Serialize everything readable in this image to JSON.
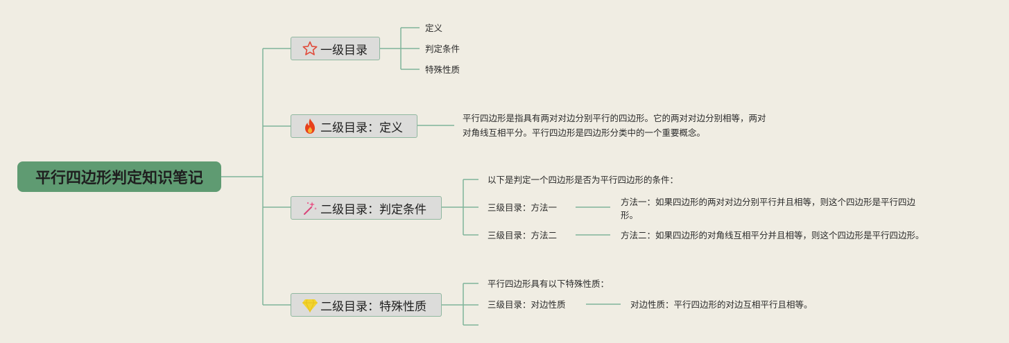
{
  "root": {
    "title": "平行四边形判定知识笔记"
  },
  "node1": {
    "label": "一级目录",
    "icon": "star-icon",
    "children": [
      "定义",
      "判定条件",
      "特殊性质"
    ]
  },
  "node2": {
    "label": "二级目录：定义",
    "icon": "fire-icon",
    "desc_line1": "平行四边形是指具有两对对边分别平行的四边形。它的两对对边分别相等，两对",
    "desc_line2": "对角线互相平分。平行四边形是四边形分类中的一个重要概念。"
  },
  "node3": {
    "label": "二级目录：判定条件",
    "icon": "sparkle-icon",
    "intro": "以下是判定一个四边形是否为平行四边形的条件：",
    "method1_label": "三级目录：方法一",
    "method1_desc_line1": "方法一：如果四边形的两对对边分别平行并且相等，则这个四边形是平行四边",
    "method1_desc_line2": "形。",
    "method2_label": "三级目录：方法二",
    "method2_desc": "方法二：如果四边形的对角线互相平分并且相等，则这个四边形是平行四边形。"
  },
  "node4": {
    "label": "二级目录：特殊性质",
    "icon": "gem-icon",
    "intro": "平行四边形具有以下特殊性质：",
    "prop_label": "三级目录：对边性质",
    "prop_desc": "对边性质：平行四边形的对边互相平行且相等。"
  },
  "colors": {
    "background": "#f0ede3",
    "root": "#5f9b72",
    "line": "#7fb49a",
    "node_bg": "#dcdcda"
  }
}
